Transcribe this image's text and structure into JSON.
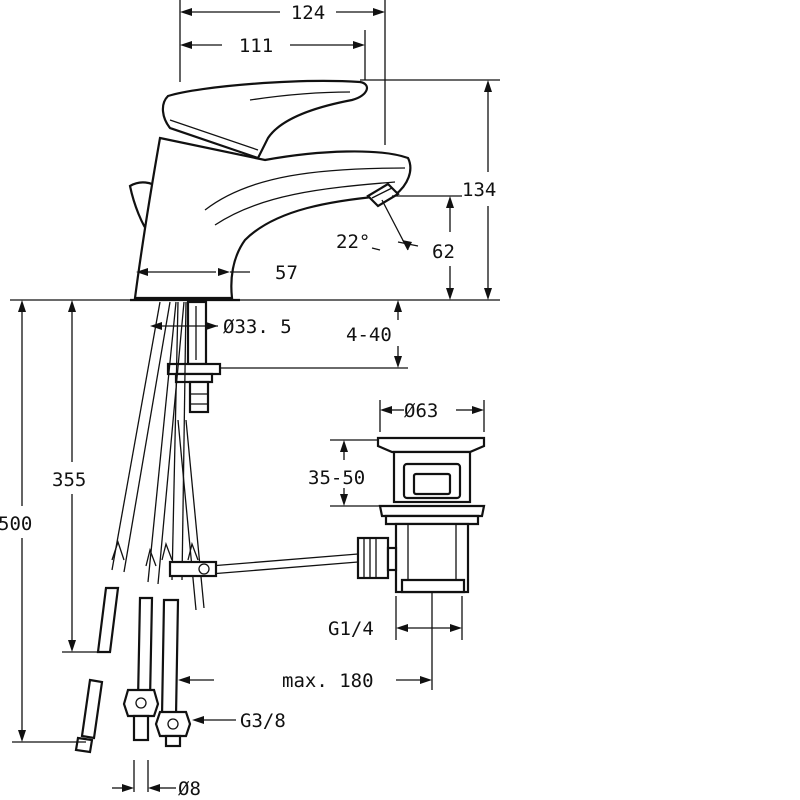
{
  "drawing": {
    "dimensions": {
      "overall_width": "124",
      "spout_reach": "111",
      "height_total": "134",
      "outlet_height": "62",
      "spout_angle": "22°",
      "base_width": "57",
      "base_diameter": "Ø33. 5",
      "mount_thickness": "4-40",
      "waste_diameter": "Ø63",
      "waste_range": "35-50",
      "flex_length": "355",
      "hose_length": "500",
      "rod_thread": "G1/4",
      "rod_max": "max. 180",
      "connection_thread": "G3/8",
      "pipe_diameter": "Ø8"
    }
  }
}
